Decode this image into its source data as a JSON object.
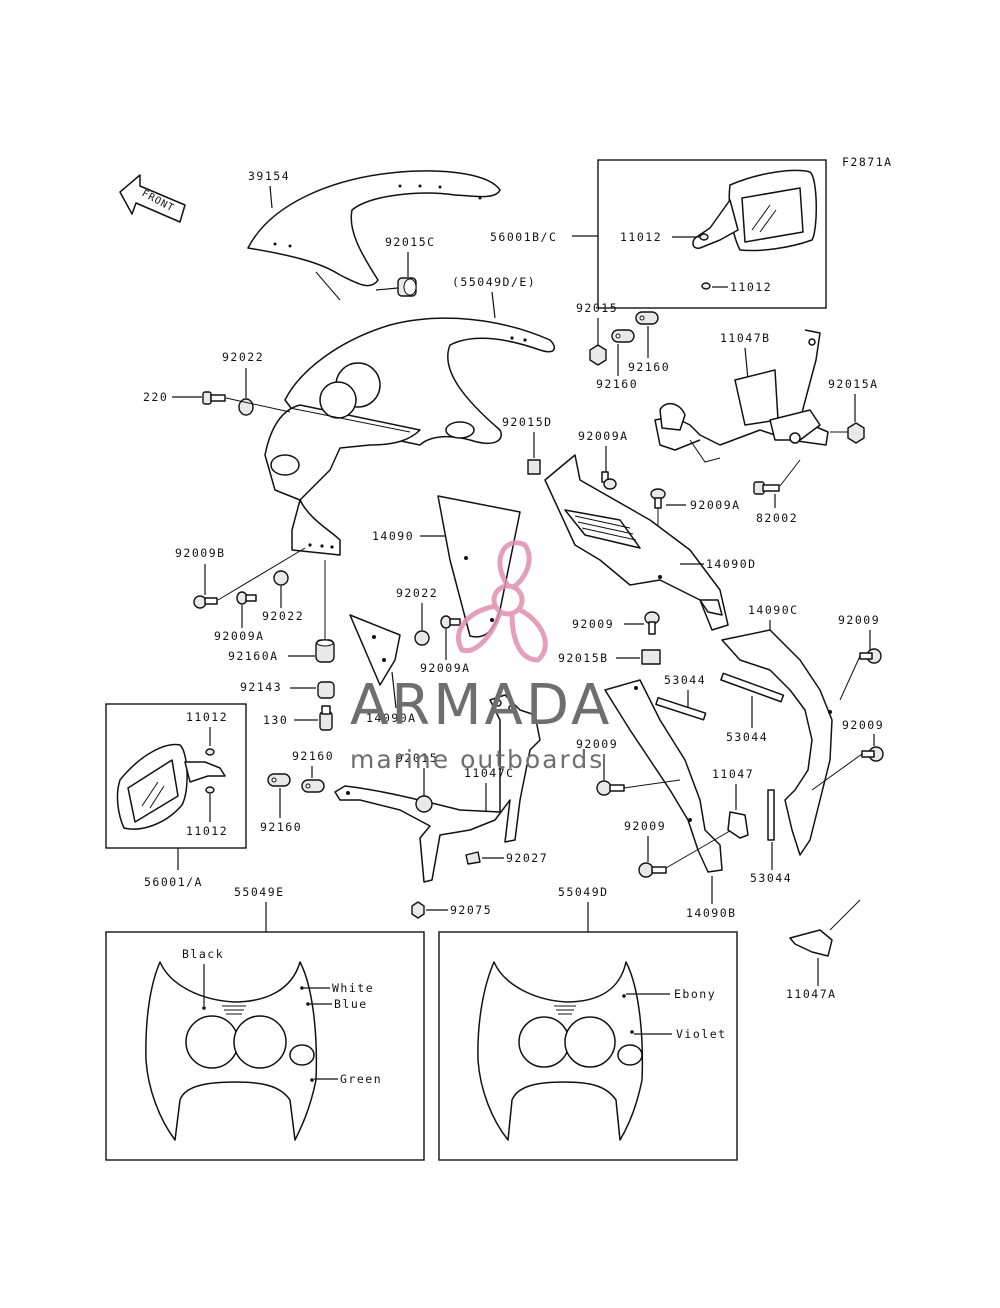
{
  "figure_code": "F2871A",
  "front_label": "FRONT",
  "labels": {
    "l39154": "39154",
    "l92015C": "92015C",
    "l55049DE": "(55049D/E)",
    "l56001BC": "56001B/C",
    "l11012a": "11012",
    "l11012b": "11012",
    "l92015a": "92015",
    "l92160a": "92160",
    "l92160b": "92160",
    "l11047B": "11047B",
    "l92015A": "92015A",
    "l92022a": "92022",
    "l220": "220",
    "l92015D": "92015D",
    "l92009Aa": "92009A",
    "l92009Ab": "92009A",
    "l82002": "82002",
    "l14090": "14090",
    "l14090D": "14090D",
    "l92009B": "92009B",
    "l92022b": "92022",
    "l92009Ac": "92009A",
    "l92022c": "92022",
    "l92009Ad": "92009A",
    "l92009a": "92009",
    "l14090C": "14090C",
    "l92009r1": "92009",
    "l92160A": "92160A",
    "l92015B": "92015B",
    "l53044a": "53044",
    "l53044b": "53044",
    "l92143": "92143",
    "l14090A": "14090A",
    "l130": "130",
    "l92009r2": "92009",
    "l11012c": "11012",
    "l11012d": "11012",
    "l92160c": "92160",
    "l92015b": "92015",
    "l11047C": "11047C",
    "l92160d": "92160",
    "l92009b": "92009",
    "l11047": "11047",
    "l92009c": "92009",
    "l92027": "92027",
    "l53044c": "53044",
    "l92075": "92075",
    "l14090B": "14090B",
    "l56001A": "56001/A",
    "l55049E": "55049E",
    "l55049D": "55049D",
    "l11047A": "11047A"
  },
  "variant_left": {
    "colors": [
      "Black",
      "White",
      "Blue",
      "Green"
    ]
  },
  "variant_right": {
    "colors": [
      "Ebony",
      "Violet"
    ]
  },
  "watermark": {
    "brand": "ARMADA",
    "tagline": "marine outboards",
    "logo_color": "#e08fb0"
  }
}
